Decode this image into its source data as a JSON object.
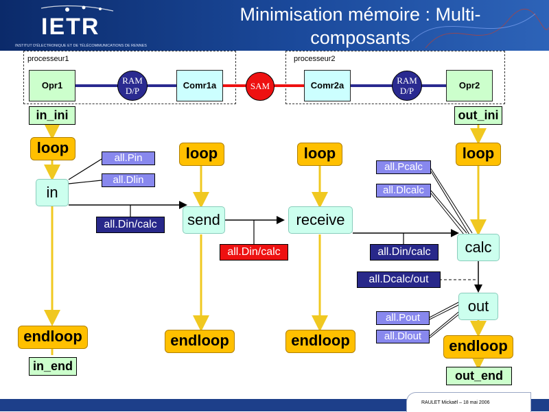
{
  "header": {
    "logo": "IETR",
    "institute": "INSTITUT D'ÉLECTRONIQUE ET DE TÉLÉCOMMUNICATIONS DE RENNES",
    "title": "Minimisation mémoire  : Multi-composants"
  },
  "architecture": {
    "processeur1_label": "processeur1",
    "processeur2_label": "processeur2",
    "opr1": "Opr1",
    "ram1_line1": "RAM",
    "ram1_line2": "D/P",
    "comr1a": "Comr1a",
    "sam": "SAM",
    "comr2a": "Comr2a",
    "ram2_line1": "RAM",
    "ram2_line2": "D/P",
    "opr2": "Opr2"
  },
  "schedule": {
    "in_ini": "in_ini",
    "out_ini": "out_ini",
    "loop": "loop",
    "endloop": "endloop",
    "in_end": "in_end",
    "out_end": "out_end",
    "nodes": {
      "in": "in",
      "send": "send",
      "receive": "receive",
      "calc": "calc",
      "out": "out"
    },
    "buffers": {
      "all_pin": "all.Pin",
      "all_dlin": "all.Dlin",
      "all_din_calc_1": "all.Din/calc",
      "all_din_calc_2": "all.Din/calc",
      "all_din_calc_3": "all.Din/calc",
      "all_pcalc": "all.Pcalc",
      "all_dlcalc": "all.Dlcalc",
      "all_dcalc_out": "all.Dcalc/out",
      "all_pout": "all.Pout",
      "all_dlout": "all.Dlout"
    }
  },
  "footer": {
    "author": "RAULET Mickaël – 18 mai 2006"
  },
  "colors": {
    "header_blue": "#1b4a9c",
    "loop_orange": "#ffc000",
    "ini_green": "#ccffcc",
    "node_mint": "#ccffee",
    "buffer_light": "#8888ee",
    "buffer_dark": "#28288a",
    "buffer_red": "#ee1111",
    "bus_blue": "#2a2a90",
    "bus_red": "#ee1111",
    "flow_yellow": "#f0c820"
  }
}
